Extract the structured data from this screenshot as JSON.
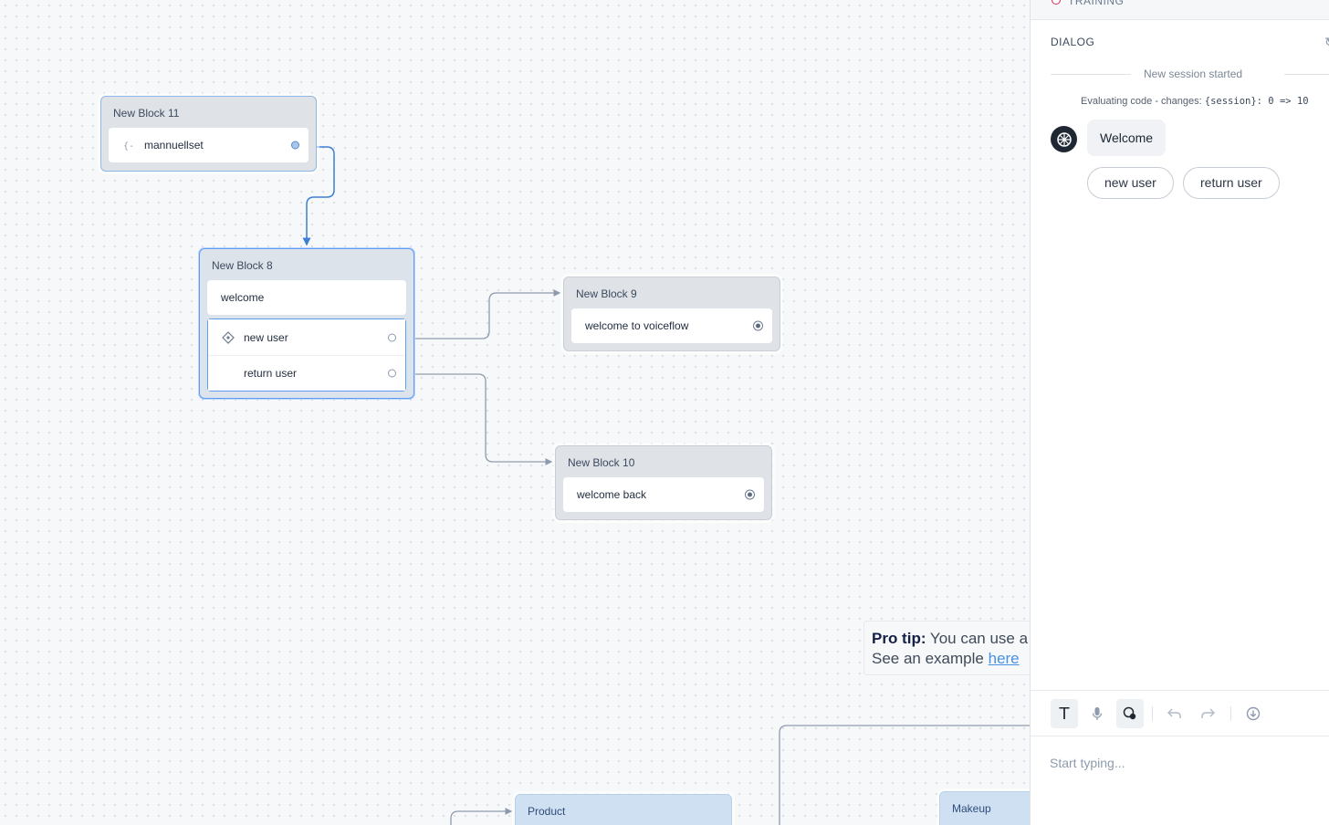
{
  "canvas": {
    "blocks": {
      "block11": {
        "title": "New Block 11",
        "step": "mannuellset"
      },
      "block8": {
        "title": "New Block 8",
        "speak": "welcome",
        "choices": [
          "new user",
          "return user"
        ]
      },
      "block9": {
        "title": "New Block 9",
        "step": "welcome to voiceflow"
      },
      "block10": {
        "title": "New Block 10",
        "step": "welcome back"
      },
      "product": {
        "title": "Product"
      },
      "makeup": {
        "title": "Makeup"
      }
    },
    "protip": {
      "bold": "Pro tip:",
      "line1": "You can use a",
      "line2": "See an example",
      "link": "here"
    }
  },
  "panel": {
    "training_label": "TRAINING",
    "dialog_label": "DIALOG",
    "session_started": "New session started",
    "evaluating_prefix": "Evaluating code - changes:",
    "evaluating_code": "{session}: 0 => 10",
    "bot_message": "Welcome",
    "choices": [
      "new user",
      "return user"
    ],
    "input_placeholder": "Start typing...",
    "toolbar_icons": [
      "text-mode-icon",
      "microphone-icon",
      "visuals-icon",
      "undo-icon",
      "redo-icon",
      "download-icon"
    ]
  },
  "colors": {
    "accent": "#5d9df5",
    "training_dot": "#e0255a",
    "link": "#4a90e2"
  }
}
